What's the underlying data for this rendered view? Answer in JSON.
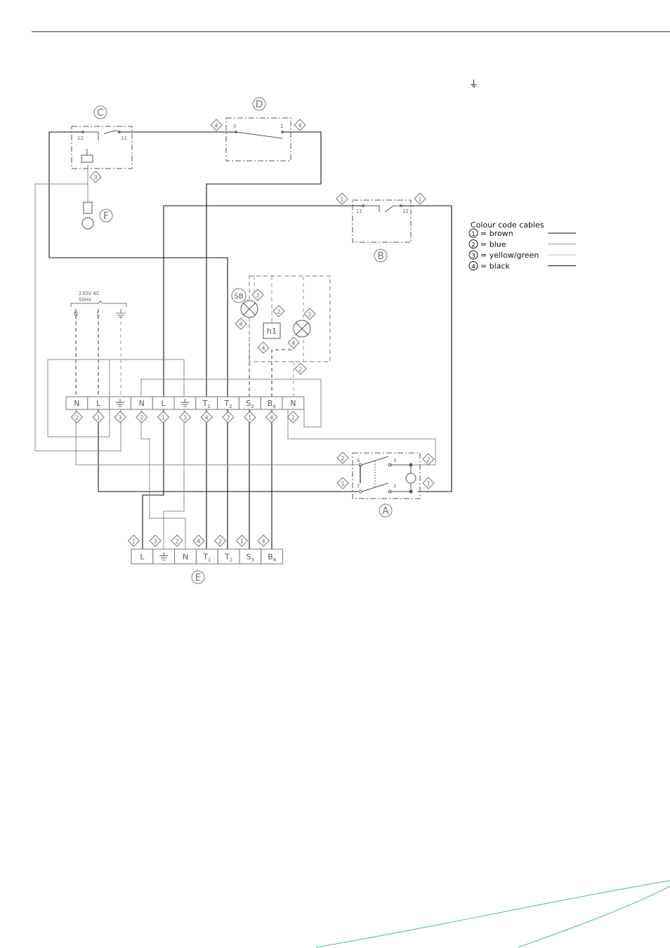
{
  "ground_symbol_note": "⏚",
  "legend": {
    "title": "Colour code cables",
    "entries": [
      {
        "num": "1",
        "text": "= brown"
      },
      {
        "num": "2",
        "text": "= blue"
      },
      {
        "num": "3",
        "text": "= yellow/green"
      },
      {
        "num": "4",
        "text": "= black"
      }
    ]
  },
  "supply": {
    "voltage": "230V AC",
    "frequency": "50Hz",
    "n": "N",
    "l": "L"
  },
  "components": {
    "A": "A",
    "B": "B",
    "C": "C",
    "D": "D",
    "E": "E",
    "F": "F",
    "SB": "SB",
    "h1": "h1"
  },
  "contacts": {
    "c_12": "12",
    "c_11": "11",
    "d_0": "0",
    "d_1": "1",
    "b_11": "11",
    "b_12": "12",
    "a_4": "4",
    "a_3": "3",
    "a_2": "2",
    "a_1": "1"
  },
  "main_terminal": {
    "labels": [
      "N",
      "L",
      "⏚",
      "N",
      "L",
      "⏚",
      "T1",
      "T2",
      "S3",
      "B4",
      "N"
    ],
    "codes": [
      "2",
      "1",
      "3",
      "2",
      "1",
      "3",
      "4",
      "2",
      "1",
      "4",
      "2"
    ]
  },
  "e_terminal": {
    "labels": [
      "L",
      "⏚",
      "N",
      "T1",
      "T2",
      "S3",
      "B4"
    ],
    "codes": [
      "1",
      "3",
      "2",
      "4",
      "2",
      "1",
      "4"
    ]
  },
  "wire_codes": {
    "c_out": "3",
    "d_left": "4",
    "d_right": "4",
    "b_left": "1",
    "b_right": "1",
    "sb_top": "2",
    "sb_bot": "4",
    "h1_top": "2",
    "h1_bot": "4",
    "lamp_top": "2",
    "lamp_bot": "4",
    "lamp_ret": "2",
    "a_tl": "2",
    "a_tr": "2",
    "a_bl": "1",
    "a_br": "1"
  }
}
